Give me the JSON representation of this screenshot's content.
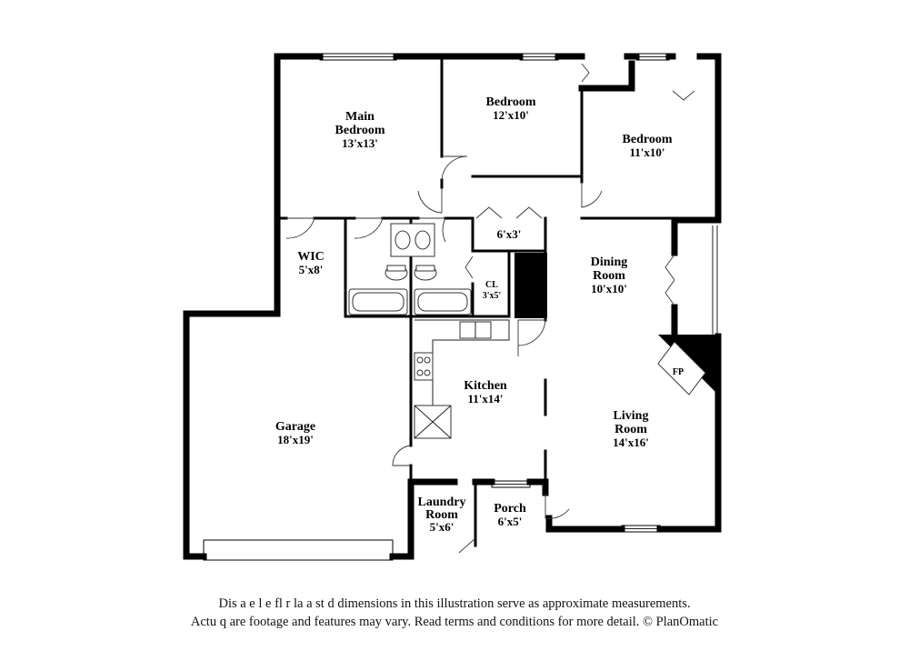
{
  "rooms": {
    "main_bedroom": {
      "name_line1": "Main",
      "name_line2": "Bedroom",
      "dims": "13'x13'"
    },
    "bedroom_2": {
      "name": "Bedroom",
      "dims": "12'x10'"
    },
    "bedroom_3": {
      "name": "Bedroom",
      "dims": "11'x10'"
    },
    "wic": {
      "name": "WIC",
      "dims": "5'x8'"
    },
    "closet_6x3": {
      "dims": "6'x3'"
    },
    "closet_cl": {
      "name": "CL",
      "dims": "3'x5'"
    },
    "dining_room": {
      "name_line1": "Dining",
      "name_line2": "Room",
      "dims": "10'x10'"
    },
    "kitchen": {
      "name": "Kitchen",
      "dims": "11'x14'"
    },
    "fireplace": {
      "label": "FP"
    },
    "living_room": {
      "name_line1": "Living",
      "name_line2": "Room",
      "dims": "14'x16'"
    },
    "garage": {
      "name": "Garage",
      "dims": "18'x19'"
    },
    "laundry_room": {
      "name_line1": "Laundry",
      "name_line2": "Room",
      "dims": "5'x6'"
    },
    "porch": {
      "name": "Porch",
      "dims": "6'x5'"
    }
  },
  "disclaimer": {
    "line1": "Dis   a    e  l    e fl    r  la   a    st    d dimensions in this illustration serve as approximate measurements.",
    "line2": "Actu    q    are footage and features may vary. Read terms and conditions for more detail. © PlanOmatic"
  }
}
